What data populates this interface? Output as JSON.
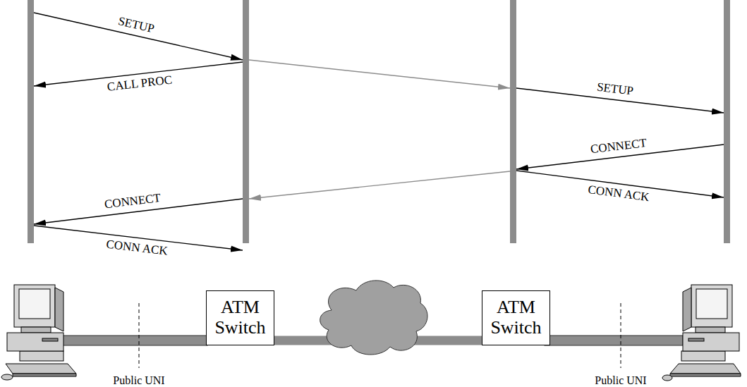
{
  "diagram": {
    "nodes": [
      {
        "text": [
          "ATM Switch"
        ]
      },
      {
        "text": [
          "ATM Switch"
        ]
      }
    ],
    "edges": [
      {
        "from": 0,
        "to": 1,
        "arrow": "none"
      }
    ],
    "labels": [
      "SETUP",
      "CALL PROC",
      "SETUP",
      "CONNECT",
      "CONN ACK",
      "CONNECT",
      "CONN ACK",
      "Public UNI",
      "Public UNI"
    ]
  }
}
